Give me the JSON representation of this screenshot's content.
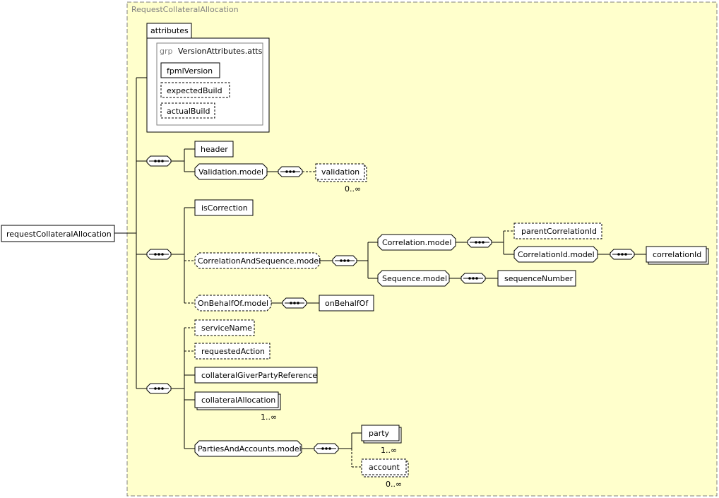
{
  "colors": {
    "canvas_bg": "#FFFFCC",
    "canvas_border": "#808080",
    "box_fill": "#FFFFFF",
    "line": "#000000",
    "muted_text": "#808080"
  },
  "diagram": {
    "title": "RequestCollateralAllocation",
    "root": "requestCollateralAllocation",
    "attributes_tab": "attributes",
    "attribute_group_keyword": "grp",
    "attribute_group_name": "VersionAttributes.atts",
    "attributes": [
      "fpmlVersion",
      "expectedBuild",
      "actualBuild"
    ],
    "header": "header",
    "validation_model": "Validation.model",
    "validation": "validation",
    "validation_card": "0..∞",
    "is_correction": "isCorrection",
    "correlation_and_sequence_model": "CorrelationAndSequence.model",
    "correlation_model": "Correlation.model",
    "parent_correlation_id": "parentCorrelationId",
    "correlation_id_model": "CorrelationId.model",
    "correlation_id": "correlationId",
    "sequence_model": "Sequence.model",
    "sequence_number": "sequenceNumber",
    "on_behalf_of_model": "OnBehalfOf.model",
    "on_behalf_of": "onBehalfOf",
    "service_name": "serviceName",
    "requested_action": "requestedAction",
    "collateral_giver_party_reference": "collateralGiverPartyReference",
    "collateral_allocation": "collateralAllocation",
    "collateral_allocation_card": "1..∞",
    "parties_and_accounts_model": "PartiesAndAccounts.model",
    "party": "party",
    "party_card": "1..∞",
    "account": "account",
    "account_card": "0..∞"
  }
}
